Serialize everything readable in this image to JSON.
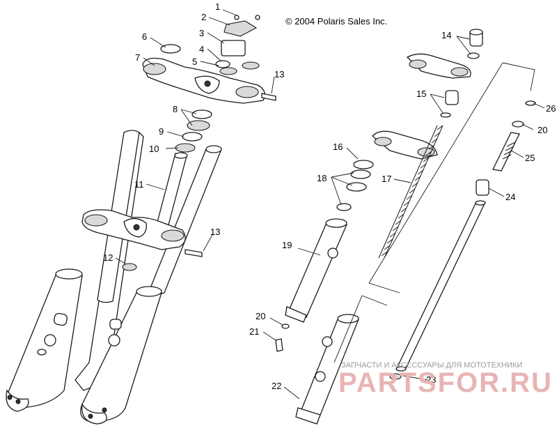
{
  "copyright": "© 2004 Polaris Sales Inc.",
  "watermark": {
    "top": "ЗАПЧАСТИ И АКСЕССУАРЫ ДЛЯ МОТОТЕХНИКИ",
    "main": "PARTSFOR.RU",
    "color": "#e8b4b4"
  },
  "callouts": [
    {
      "id": "1",
      "label": "1"
    },
    {
      "id": "2",
      "label": "2"
    },
    {
      "id": "3",
      "label": "3"
    },
    {
      "id": "4",
      "label": "4"
    },
    {
      "id": "5",
      "label": "5"
    },
    {
      "id": "6",
      "label": "6"
    },
    {
      "id": "7",
      "label": "7"
    },
    {
      "id": "8",
      "label": "8"
    },
    {
      "id": "9",
      "label": "9"
    },
    {
      "id": "10",
      "label": "10"
    },
    {
      "id": "11",
      "label": "11"
    },
    {
      "id": "12",
      "label": "12"
    },
    {
      "id": "13a",
      "label": "13"
    },
    {
      "id": "13b",
      "label": "13"
    },
    {
      "id": "14",
      "label": "14"
    },
    {
      "id": "15",
      "label": "15"
    },
    {
      "id": "16",
      "label": "16"
    },
    {
      "id": "17",
      "label": "17"
    },
    {
      "id": "18",
      "label": "18"
    },
    {
      "id": "19",
      "label": "19"
    },
    {
      "id": "20a",
      "label": "20"
    },
    {
      "id": "20b",
      "label": "20"
    },
    {
      "id": "21",
      "label": "21"
    },
    {
      "id": "22",
      "label": "22"
    },
    {
      "id": "23",
      "label": "23"
    },
    {
      "id": "24",
      "label": "24"
    },
    {
      "id": "25",
      "label": "25"
    },
    {
      "id": "26",
      "label": "26"
    }
  ]
}
